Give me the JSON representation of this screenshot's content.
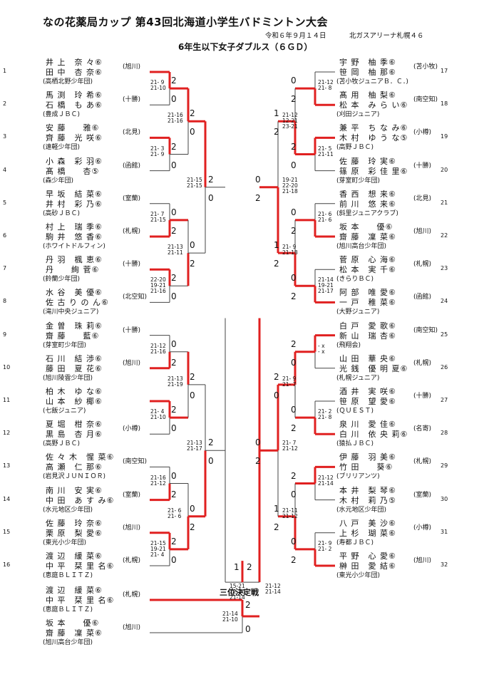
{
  "header": {
    "title": "なの花薬局カップ 第43回北海道小学生バドミントン大会",
    "date": "令和６年９月１４日",
    "venue": "北ガスアリーナ札幌４６",
    "subtitle": "6年生以下女子ダブルス（６ＧＤ）"
  },
  "left_entries": [
    {
      "seed": "1",
      "p1": "井 上　奈 々⑥",
      "p2": "田 中　杏 奈⑥",
      "team": "(高栖北野少年団)",
      "region": "(旭川)"
    },
    {
      "seed": "2",
      "p1": "馬 渕　玲 希⑥",
      "p2": "石 橋　も あ⑥",
      "team": "(豊成ＪＢＣ)",
      "region": "(十勝)"
    },
    {
      "seed": "3",
      "p1": "安 藤　　雅⑥",
      "p2": "齊 藤　光 咲⑥",
      "team": "(遠軽少年団)",
      "region": "(北見)"
    },
    {
      "seed": "4",
      "p1": "小 森　彩 羽⑥",
      "p2": "髙 橋　　杏⑤",
      "team": "(森少年団)",
      "region": "(函館)"
    },
    {
      "seed": "5",
      "p1": "早 坂　結 菜⑥",
      "p2": "井 村　彩 乃⑥",
      "team": "(高砂ＪＢＣ)",
      "region": "(室蘭)"
    },
    {
      "seed": "6",
      "p1": "村 上　瑞 季⑥",
      "p2": "駒 井　悠 香⑥",
      "team": "(ホワイトドルフィン)",
      "region": "(札幌)"
    },
    {
      "seed": "7",
      "p1": "丹 羽　楓 恵⑥",
      "p2": "丹　　絢 菅⑥",
      "team": "(鈴蘭少年団)",
      "region": "(十勝)"
    },
    {
      "seed": "8",
      "p1": "水 谷　美 優⑥",
      "p2": "佐 古 り の ん⑥",
      "team": "(滝川中央ジュニア)",
      "region": "(北空知)"
    },
    {
      "seed": "9",
      "p1": "金 曽　珠 莉⑥",
      "p2": "齋 藤　　藍⑥",
      "team": "(芽室町少年団)",
      "region": "(十勝)"
    },
    {
      "seed": "10",
      "p1": "石 川　結 渉⑥",
      "p2": "藤 田　夏 花⑥",
      "team": "(旭川陵雲少年団)",
      "region": "(旭川)"
    },
    {
      "seed": "11",
      "p1": "柏 木　ゆ な⑥",
      "p2": "山 本　紗 椰⑥",
      "team": "(七飯ジュニア)",
      "region": ""
    },
    {
      "seed": "12",
      "p1": "夏 堀　柑 奈⑥",
      "p2": "黒 島　杏 月⑥",
      "team": "(高野ＪＢＣ)",
      "region": "(小樽)"
    },
    {
      "seed": "13",
      "p1": "佐 々 木　惺 菜⑥",
      "p2": "高 瀬　仁 那⑥",
      "team": "(岩見沢ＪＵＮＩＯＲ)",
      "region": "(南空知)"
    },
    {
      "seed": "14",
      "p1": "南 川　安 実⑥",
      "p2": "中 田　あ す み⑥",
      "team": "(水元地区少年団)",
      "region": "(室蘭)"
    },
    {
      "seed": "15",
      "p1": "佐 藤　玲 奈⑥",
      "p2": "栗 原　梨 愛⑥",
      "team": "(東光小少年団)",
      "region": "(旭川)"
    },
    {
      "seed": "16",
      "p1": "渡 辺　緩 菜⑥",
      "p2": "中 平　栞 里 名⑥",
      "team": "(恵庭ＢＬＩＴＺ)",
      "region": "(札幌)"
    }
  ],
  "right_entries": [
    {
      "seed": "17",
      "p1": "宇 野　柚 季⑥",
      "p2": "笹 岡　柚 那⑥",
      "team": "(苫小牧ジュニアＢ．Ｃ．)",
      "region": "(苫小牧)"
    },
    {
      "seed": "18",
      "p1": "髙 用　柚 梨⑥",
      "p2": "松 本　み ら い⑥",
      "team": "(刈田ジュニア)",
      "region": "(南空知)"
    },
    {
      "seed": "19",
      "p1": "兼 平　ち な み⑥",
      "p2": "木 村　ゆ う な⑤",
      "team": "(高野ＪＢＣ)",
      "region": "(小樽)"
    },
    {
      "seed": "20",
      "p1": "佐 藤　玲 実⑥",
      "p2": "篠 原　彩 佳 里⑥",
      "team": "(芽室町少年団)",
      "region": "(十勝)"
    },
    {
      "seed": "21",
      "p1": "香 西　想 来⑥",
      "p2": "前 川　悠 来⑥",
      "team": "(斜里ジュニアクラブ)",
      "region": "(北見)"
    },
    {
      "seed": "22",
      "p1": "坂 本　　優⑥",
      "p2": "齋 藤　凜 菜⑥",
      "team": "(旭川高台少年団)",
      "region": "(旭川)"
    },
    {
      "seed": "23",
      "p1": "菅 原　心 海⑥",
      "p2": "松 本　実 千⑥",
      "team": "(きらりＢＣ)",
      "region": "(札幌)"
    },
    {
      "seed": "24",
      "p1": "阿 部　唯 愛⑥",
      "p2": "一 戸　稚 菜⑥",
      "team": "(大野ジュニア)",
      "region": "(函館)"
    },
    {
      "seed": "25",
      "p1": "白 戸　愛 歌⑥",
      "p2": "新 山　瑞 杏⑥",
      "team": "(飛翔会)",
      "region": "(南空知)"
    },
    {
      "seed": "26",
      "p1": "山 田　華 央⑥",
      "p2": "光 銭　優 明 夏⑥",
      "team": "(札幌ジュニア)",
      "region": "(札幌)"
    },
    {
      "seed": "27",
      "p1": "酒 井　実 咲⑥",
      "p2": "笹 原　望 愛⑥",
      "team": "(ＱＵＥＳＴ)",
      "region": "(十勝)"
    },
    {
      "seed": "28",
      "p1": "泉 川　愛 佳⑥",
      "p2": "白 川　依 央 莉⑥",
      "team": "(猿払ＪＢＣ)",
      "region": "(名寄)"
    },
    {
      "seed": "29",
      "p1": "伊 藤　羽 美⑥",
      "p2": "竹 田　　葵⑥",
      "team": "(ブリリアンツ)",
      "region": "(札幌)"
    },
    {
      "seed": "30",
      "p1": "本 井　梨 琴⑥",
      "p2": "木 村　莉 乃⑤",
      "team": "(水元地区少年団)",
      "region": "(室蘭)"
    },
    {
      "seed": "31",
      "p1": "八 戸　美 沙⑥",
      "p2": "上 杉　瑚 菜⑥",
      "team": "(寿都ＪＢＣ)",
      "region": "(小樽)"
    },
    {
      "seed": "32",
      "p1": "平 野　心 愛⑥",
      "p2": "榊 田　愛 結⑥",
      "team": "(東光小少年団)",
      "region": "(旭川)"
    }
  ],
  "third_place": {
    "label": "三位決定戦",
    "entry_a": {
      "p1": "渡 辺　緩 菜⑥",
      "p2": "中 平　栞 里 名⑥",
      "team": "(恵庭ＢＬＩＴＺ)",
      "region": "(札幌)"
    },
    "entry_b": {
      "p1": "坂 本　　優⑥",
      "p2": "齋 藤　凜 菜⑥",
      "team": "(旭川高台少年団)",
      "region": "(旭川)"
    },
    "score": "21-14\n21-10",
    "result_a": "2",
    "result_b": "0"
  },
  "scores": {
    "l_r1": [
      "21- 9\n21-10",
      "21- 3\n21- 9",
      "21- 7\n21-15",
      "22-20\n19-21\n21-16",
      "21-12\n21-16",
      "21- 4\n21-10",
      "21-16\n21-12",
      "21-15\n19-21\n21- 4",
      "21-12\n21- 8"
    ],
    "l_r2": [
      "21-16\n21-16",
      "21-13\n21-11",
      "21-13\n21-19",
      "21- 6\n21- 6"
    ],
    "l_r3": [
      "21-15\n21-15",
      "21-13\n21-17"
    ],
    "final": "15-21\n22-20\n21-14",
    "r_r1": [
      "21-12\n21- 8",
      "21- 5\n21-11",
      "21- 6\n21- 6",
      "21-14\n19-21\n21-17",
      "- x\n- x",
      "21- 2\n21- 8",
      "21-12\n21-14",
      "21- 9\n21- 2"
    ],
    "r_r2": [
      "21-12\n12-21\n23-21",
      "21- 9\n21-18",
      "21- 9\n21- 7",
      "21-11\n21-12"
    ],
    "r_r3": [
      "19-21\n22-20\n21-18",
      "21- 7\n21-12"
    ],
    "r_sf_left": "21-12\n21-14"
  },
  "results": {
    "final_left": "1",
    "final_right": "2"
  }
}
